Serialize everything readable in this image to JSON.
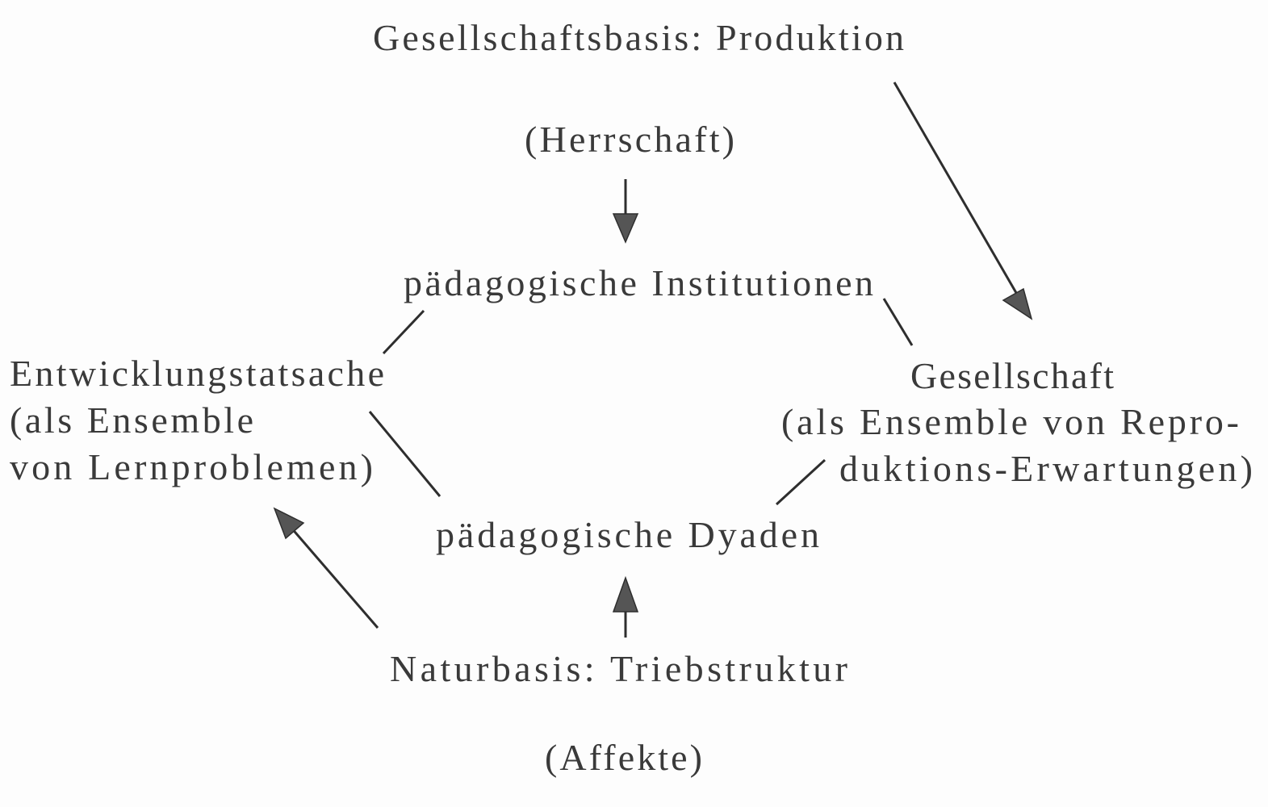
{
  "nodes": {
    "production_base": "Gesellschaftsbasis: Produktion",
    "domination": "(Herrschaft)",
    "institutions": "pädagogische Institutionen",
    "development": [
      "Entwicklungstatsache",
      "(als Ensemble",
      "von Lernproblemen)"
    ],
    "society": [
      "Gesellschaft",
      "(als Ensemble von Repro-",
      "duktions-Erwartungen)"
    ],
    "dyads": "pädagogische Dyaden",
    "nature_base": "Naturbasis: Triebstruktur",
    "affects": "(Affekte)"
  }
}
